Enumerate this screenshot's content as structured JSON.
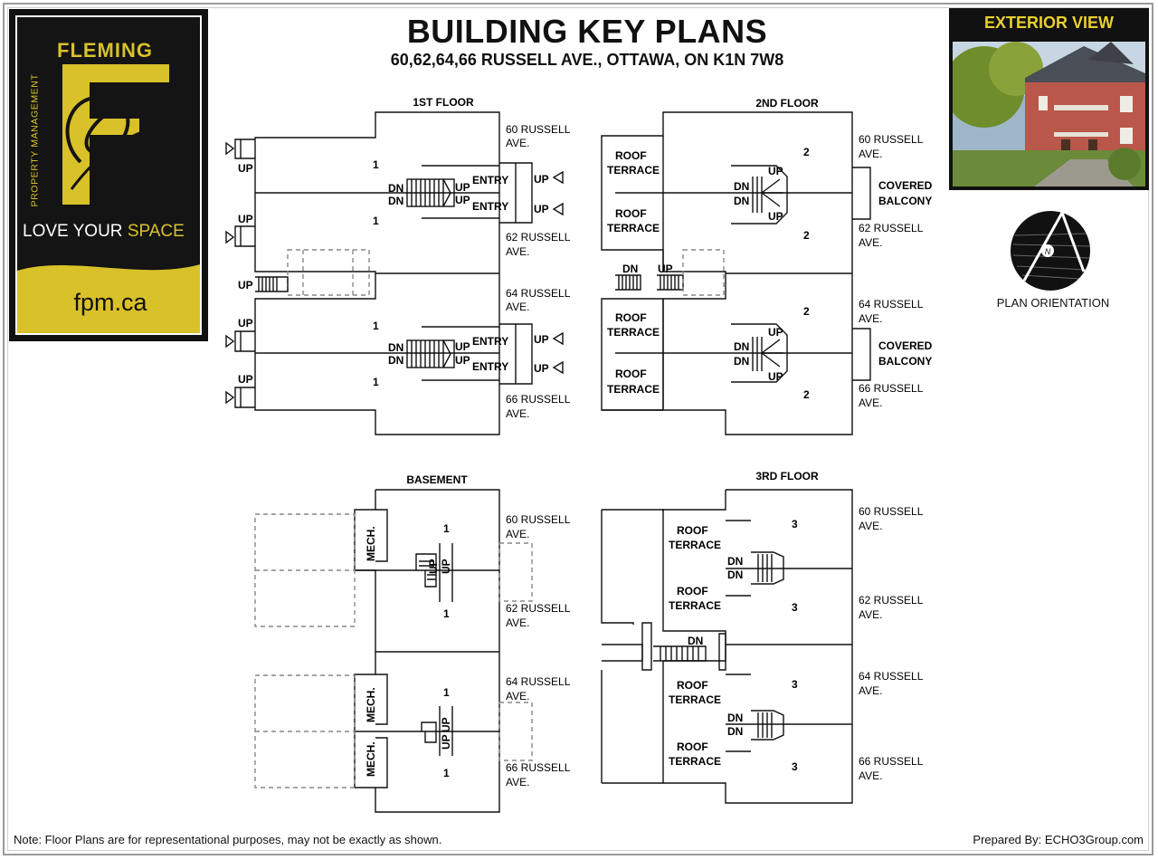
{
  "header": {
    "title": "BUILDING KEY PLANS",
    "address": "60,62,64,66 RUSSELL AVE., OTTAWA, ON K1N 7W8"
  },
  "logo": {
    "name": "FLEMING",
    "vertical_text": "PROPERTY MANAGEMENT",
    "slogan_part1": "LOVE YOUR ",
    "slogan_part2": "SPACE",
    "url": "fpm.ca",
    "colors": {
      "gold": "#d9c12a",
      "dark": "#141414"
    }
  },
  "exterior": {
    "label": "EXTERIOR VIEW"
  },
  "orientation": {
    "label": "PLAN ORIENTATION",
    "north": "N"
  },
  "floors": {
    "first": {
      "title": "1ST FLOOR"
    },
    "second": {
      "title": "2ND FLOOR"
    },
    "basement": {
      "title": "BASEMENT"
    },
    "third": {
      "title": "3RD FLOOR"
    }
  },
  "labels": {
    "a60_1": "60 RUSSELL",
    "a62_1": "62 RUSSELL",
    "a64_1": "64 RUSSELL",
    "a66_1": "66 RUSSELL",
    "ave": "AVE.",
    "up": "UP",
    "dn": "DN",
    "entry": "ENTRY",
    "roof": "ROOF",
    "terrace": "TERRACE",
    "covered": "COVERED",
    "balcony": "BALCONY",
    "mech": "MECH.",
    "unit1": "1",
    "unit2": "2",
    "unit3": "3"
  },
  "footer": {
    "note": "Note: Floor Plans are for representational purposes, may not be exactly as shown.",
    "prepared": "Prepared By: ECHO3Group.com"
  }
}
